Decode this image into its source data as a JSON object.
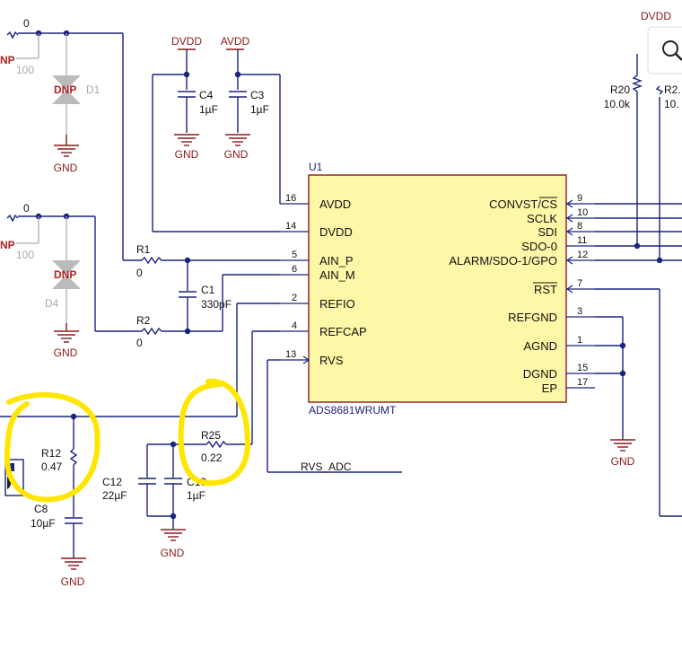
{
  "chip": {
    "ref": "U1",
    "part": "ADS8681WRUMT",
    "fill": "#fff7a8",
    "stroke": "#8b1a1a"
  },
  "pins_left": [
    {
      "num": "16",
      "name": "AVDD"
    },
    {
      "num": "14",
      "name": "DVDD"
    },
    {
      "num": "5",
      "name": "AIN_P"
    },
    {
      "num": "6",
      "name": "AIN_M"
    },
    {
      "num": "2",
      "name": "REFIO"
    },
    {
      "num": "4",
      "name": "REFCAP"
    },
    {
      "num": "13",
      "name": "RVS"
    }
  ],
  "pins_right": [
    {
      "num": "9",
      "name": "CONVST/CS"
    },
    {
      "num": "10",
      "name": "SCLK"
    },
    {
      "num": "8",
      "name": "SDI"
    },
    {
      "num": "11",
      "name": "SDO-0"
    },
    {
      "num": "12",
      "name": "ALARM/SDO-1/GPO"
    },
    {
      "num": "7",
      "name": "RST"
    },
    {
      "num": "3",
      "name": "REFGND"
    },
    {
      "num": "1",
      "name": "AGND"
    },
    {
      "num": "15",
      "name": "DGND"
    },
    {
      "num": "17",
      "name": "EP"
    }
  ],
  "power": {
    "dvdd": "DVDD",
    "avdd": "AVDD",
    "gnd": "GND",
    "dvdd_top": "DVDD"
  },
  "components": {
    "c4": {
      "ref": "C4",
      "val": "1µF"
    },
    "c3": {
      "ref": "C3",
      "val": "1µF"
    },
    "r1": {
      "ref": "R1",
      "val": "0"
    },
    "r2": {
      "ref": "R2",
      "val": "0"
    },
    "c1": {
      "ref": "C1",
      "val": "330pF"
    },
    "r25": {
      "ref": "R25",
      "val": "0.22"
    },
    "c12": {
      "ref": "C12",
      "val": "22µF"
    },
    "c13": {
      "ref": "C13",
      "val": "1µF"
    },
    "r12": {
      "ref": "R12",
      "val": "0.47"
    },
    "c8": {
      "ref": "C8",
      "val": "10µF"
    },
    "r20": {
      "ref": "R20",
      "val": "10.0k"
    },
    "r21": {
      "ref": "R2.",
      "val": "10."
    },
    "d1": {
      "ref": "D1",
      "val": "DNP"
    },
    "d4": {
      "ref": "D4",
      "val": "DNP"
    }
  },
  "left_edge": {
    "zero1": "0",
    "zero2": "0",
    "np1": "NP",
    "np2": "NP",
    "hundred1": "100",
    "hundred2": "100"
  },
  "net_rvs": "RVS_ADC",
  "highlight_color": "#ffe600",
  "icons": {
    "zoom": "magnifier-icon"
  }
}
